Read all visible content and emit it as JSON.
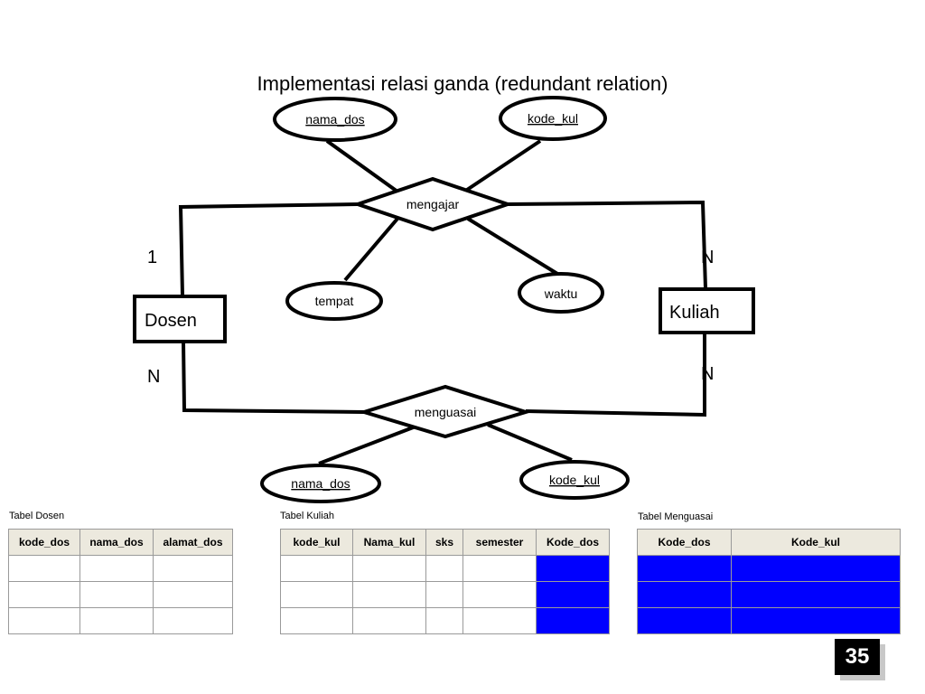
{
  "title": "Implementasi relasi ganda (redundant relation)",
  "diagram": {
    "entities": {
      "dosen": "Dosen",
      "kuliah": "Kuliah"
    },
    "relationships": {
      "mengajar": "mengajar",
      "menguasai": "menguasai"
    },
    "attributes": {
      "mengajar_nama_dos": "nama_dos",
      "mengajar_kode_kul": "kode_kul",
      "tempat": "tempat",
      "waktu": "waktu",
      "menguasai_nama_dos": "nama_dos",
      "menguasai_kode_kul": "kode_kul"
    },
    "cardinality": {
      "mengajar_dosen": "1",
      "mengajar_kuliah": "N",
      "menguasai_dosen": "N",
      "menguasai_kuliah": "N"
    }
  },
  "tables": {
    "dosen": {
      "caption": "Tabel Dosen",
      "columns": [
        "kode_dos",
        "nama_dos",
        "alamat_dos"
      ]
    },
    "kuliah": {
      "caption": "Tabel Kuliah",
      "columns": [
        "kode_kul",
        "Nama_kul",
        "sks",
        "semester",
        "Kode_dos"
      ]
    },
    "menguasai": {
      "caption": "Tabel Menguasai",
      "columns": [
        "Kode_dos",
        "Kode_kul"
      ]
    }
  },
  "colors": {
    "key_fill": "#0000ff",
    "header_fill": "#ece9de"
  },
  "page_number": "35"
}
